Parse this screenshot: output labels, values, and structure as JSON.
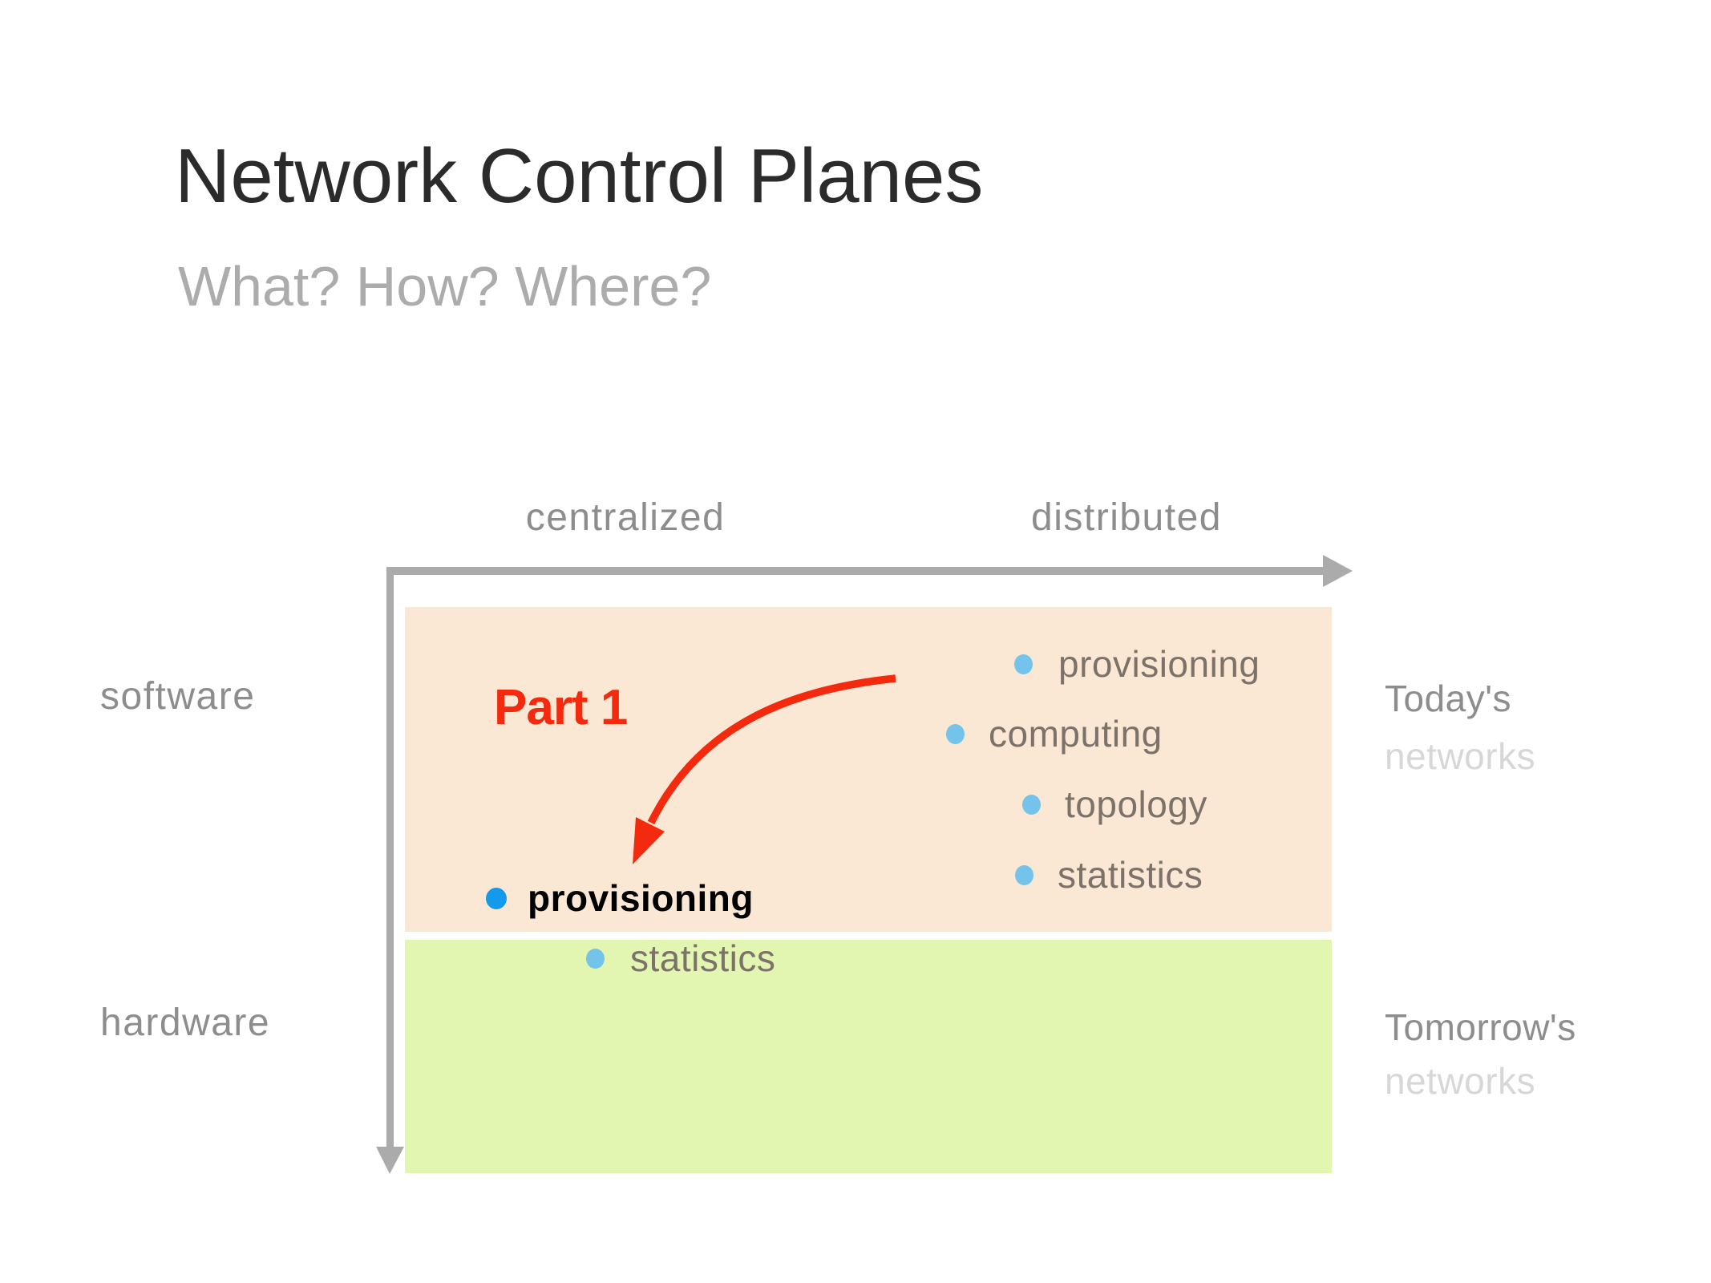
{
  "slide": {
    "title": "Network Control Planes",
    "subtitle": "What? How? Where?"
  },
  "axes": {
    "x_left_label": "centralized",
    "x_right_label": "distributed",
    "y_top_label": "software",
    "y_bottom_label": "hardware"
  },
  "regions": {
    "today": {
      "side_label_line1": "Today's",
      "side_label_line2": "networks",
      "bullets": [
        {
          "label": "provisioning"
        },
        {
          "label": "computing"
        },
        {
          "label": "topology"
        },
        {
          "label": "statistics"
        }
      ],
      "highlight_bullet": {
        "label": "provisioning"
      }
    },
    "tomorrow": {
      "side_label_line1": "Tomorrow's",
      "side_label_line2": "networks",
      "bullets": [
        {
          "label": "statistics"
        }
      ]
    }
  },
  "annotation": {
    "part1_label": "Part 1"
  },
  "colors": {
    "bg": "#ffffff",
    "title_color": "#2b2b2b",
    "subtitle_color": "#acacac",
    "axis_label_color": "#8d8d8d",
    "axis_line_color": "#ababab",
    "today_bg": "#fae8d4",
    "tomorrow_bg": "#e2f6b1",
    "bullet_text_color": "#7c7269",
    "bullet_bold_color": "#000000",
    "dot_light": "#74c3ea",
    "dot_strong": "#149aec",
    "side_label_color": "#8d8d8d",
    "side_label_faint_color": "#d7d7d7",
    "accent_red": "#f32a0d"
  }
}
